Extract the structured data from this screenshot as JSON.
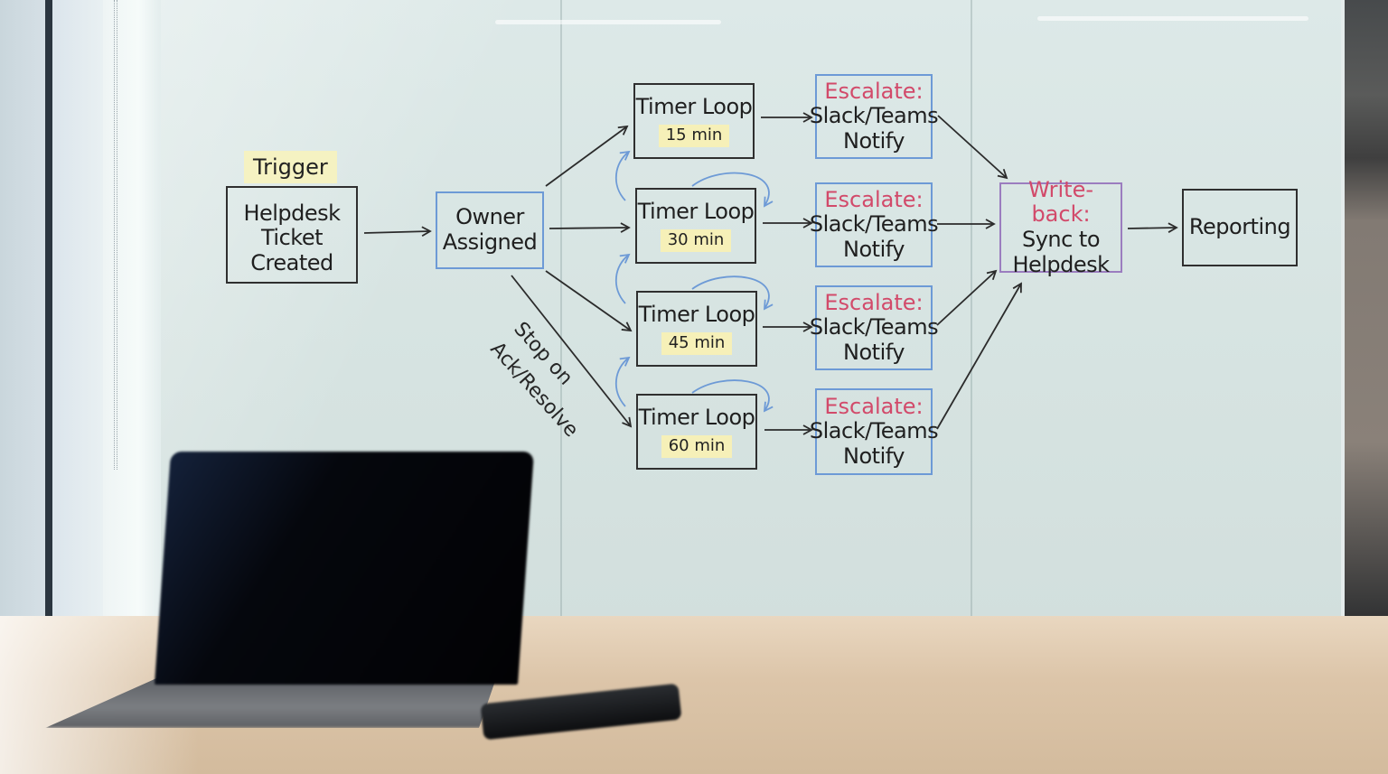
{
  "scene": {
    "description": "Glass whiteboard in office with hand-drawn incident escalation flow diagram, laptop and phone on table in foreground"
  },
  "diagram": {
    "trigger_label": "Trigger",
    "nodes": {
      "trigger": {
        "lines": [
          "Helpdesk",
          "Ticket",
          "Created"
        ]
      },
      "owner": {
        "lines": [
          "Owner",
          "Assigned"
        ]
      },
      "timers": [
        {
          "title": "Timer Loop",
          "interval": "15 min"
        },
        {
          "title": "Timer Loop",
          "interval": "30 min"
        },
        {
          "title": "Timer Loop",
          "interval": "45 min"
        },
        {
          "title": "Timer Loop",
          "interval": "60 min"
        }
      ],
      "escalations": [
        {
          "heading": "Escalate:",
          "lines": [
            "Slack/Teams",
            "Notify"
          ]
        },
        {
          "heading": "Escalate:",
          "lines": [
            "Slack/Teams",
            "Notify"
          ]
        },
        {
          "heading": "Escalate:",
          "lines": [
            "Slack/Teams",
            "Notify"
          ]
        },
        {
          "heading": "Escalate:",
          "lines": [
            "Slack/Teams",
            "Notify"
          ]
        }
      ],
      "writeback": {
        "heading": "Write-back:",
        "lines": [
          "Sync to",
          "Helpdesk"
        ]
      },
      "reporting": {
        "lines": [
          "Reporting"
        ]
      }
    },
    "annotation": {
      "lines": [
        "Stop on",
        "Ack/Resolve"
      ]
    },
    "edges": [
      [
        "trigger",
        "owner"
      ],
      [
        "owner",
        "timer_15"
      ],
      [
        "owner",
        "timer_30"
      ],
      [
        "owner",
        "timer_45"
      ],
      [
        "owner",
        "timer_60"
      ],
      [
        "timer_15",
        "escalate_1"
      ],
      [
        "timer_30",
        "escalate_2"
      ],
      [
        "timer_45",
        "escalate_3"
      ],
      [
        "timer_60",
        "escalate_4"
      ],
      [
        "escalate_1",
        "writeback"
      ],
      [
        "escalate_2",
        "writeback"
      ],
      [
        "escalate_3",
        "writeback"
      ],
      [
        "escalate_4",
        "writeback"
      ],
      [
        "writeback",
        "reporting"
      ]
    ],
    "colors": {
      "ink": "#1f1f1f",
      "blue_marker": "#6d9ad6",
      "red_marker": "#d24a6a",
      "purple_marker": "#9b7dbf",
      "sticky_note": "#f6f0b8"
    }
  }
}
